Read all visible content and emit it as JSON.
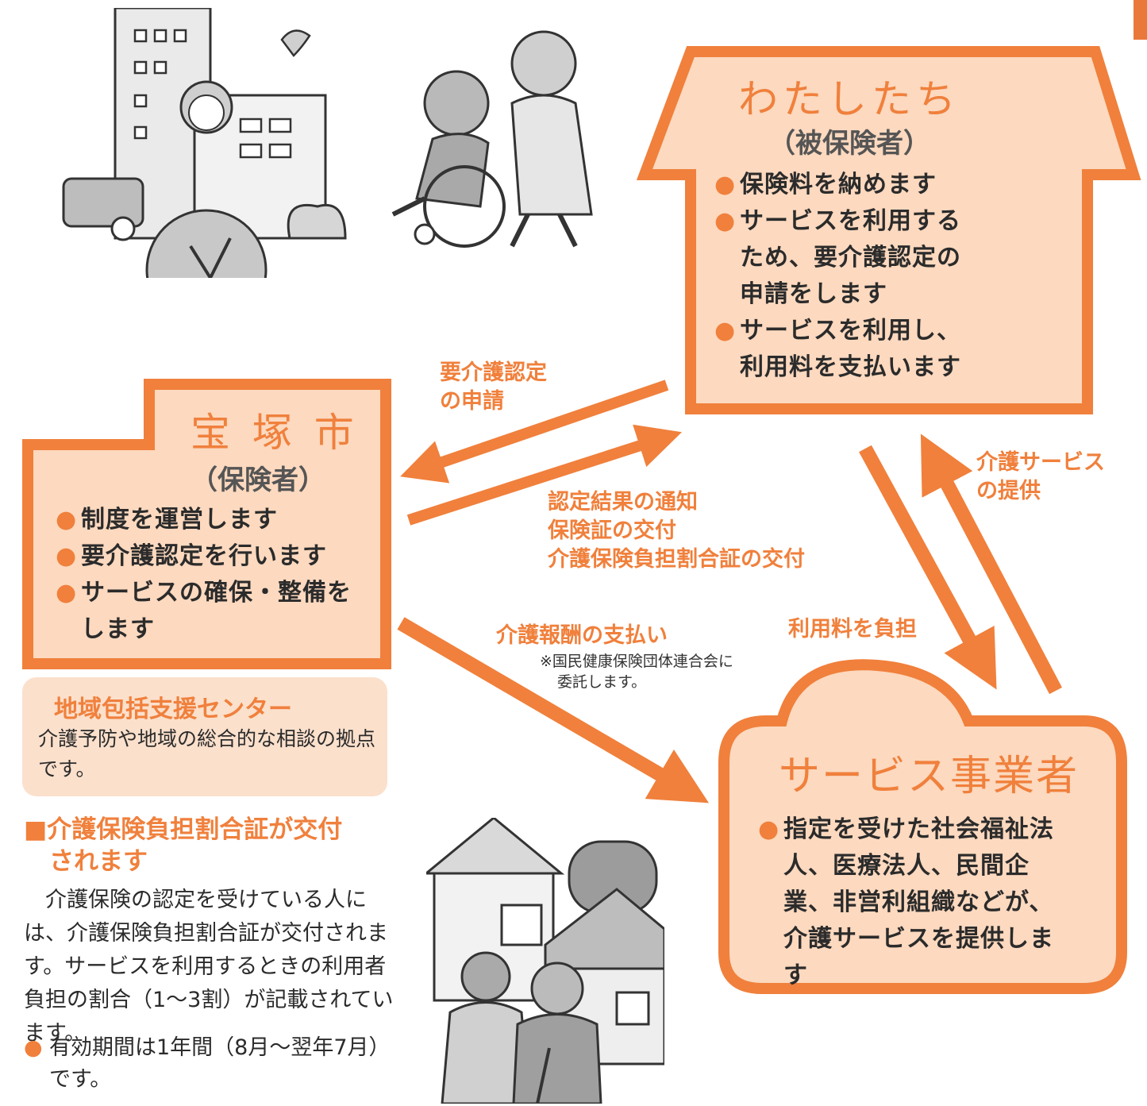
{
  "wataru": {
    "title": "わたしたち",
    "subtitle": "（被保険者）",
    "items": [
      "保険料を納めます",
      "サービスを利用するため、要介護認定の申請をします",
      "サービスを利用し、利用料を支払います"
    ]
  },
  "city": {
    "title": "宝 塚 市",
    "subtitle": "（保険者）",
    "items": [
      "制度を運営します",
      "要介護認定を行います",
      "サービスの確保・整備をします"
    ]
  },
  "provider": {
    "title": "サービス事業者",
    "items": [
      "指定を受けた社会福祉法人、医療法人、民間企業、非営利組織などが、介護サービスを提供します"
    ]
  },
  "center": {
    "title": "地域包括支援センター",
    "desc": "介護予防や地域の総合的な相談の拠点です。"
  },
  "arrows": {
    "apply": [
      "要介護認定",
      "の申請"
    ],
    "notify": [
      "認定結果の通知",
      "保険証の交付",
      "介護保険負担割合証の交付"
    ],
    "service": [
      "介護サービス",
      "の提供"
    ],
    "fee": "利用料を負担",
    "payment": "介護報酬の支払い",
    "payment_note": [
      "※国民健康保険団体連合会に",
      "委託します。"
    ]
  },
  "section": {
    "heading_line1": "■介護保険負担割合証が交付",
    "heading_line2": "されます",
    "body": "　介護保険の認定を受けている人には、介護保険負担割合証が交付されます。サービスを利用するときの利用者負担の割合（1〜3割）が記載されています。",
    "note": "有効期間は1年間（8月〜翌年7月）です。"
  },
  "colors": {
    "accent": "#f0803c",
    "box_fill": "#fcd9bf",
    "panel_fill": "#fbe0cc"
  }
}
